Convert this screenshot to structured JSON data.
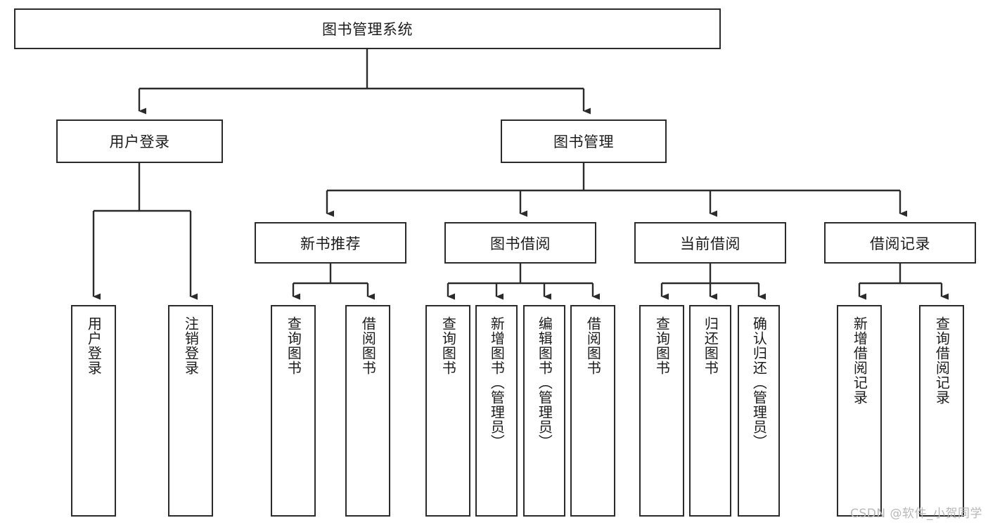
{
  "diagram": {
    "type": "tree-hierarchy",
    "root": {
      "id": "root",
      "label": "图书管理系统"
    },
    "level2": [
      {
        "id": "user-login",
        "label": "用户登录"
      },
      {
        "id": "book-management",
        "label": "图书管理"
      }
    ],
    "level3": [
      {
        "id": "new-book-recommend",
        "label": "新书推荐",
        "parent": "book-management"
      },
      {
        "id": "book-borrow",
        "label": "图书借阅",
        "parent": "book-management"
      },
      {
        "id": "current-borrow",
        "label": "当前借阅",
        "parent": "book-management"
      },
      {
        "id": "borrow-record",
        "label": "借阅记录",
        "parent": "book-management"
      }
    ],
    "leaves": [
      {
        "id": "leaf-user-login",
        "label": "用户登录",
        "parent": "user-login"
      },
      {
        "id": "leaf-logout",
        "label": "注销登录",
        "parent": "user-login"
      },
      {
        "id": "leaf-query-book-1",
        "label": "查询图书",
        "parent": "new-book-recommend"
      },
      {
        "id": "leaf-borrow-book-1",
        "label": "借阅图书",
        "parent": "new-book-recommend"
      },
      {
        "id": "leaf-query-book-2",
        "label": "查询图书",
        "parent": "book-borrow"
      },
      {
        "id": "leaf-add-book",
        "label": "新增图书（管理员）",
        "parent": "book-borrow"
      },
      {
        "id": "leaf-edit-book",
        "label": "编辑图书（管理员）",
        "parent": "book-borrow"
      },
      {
        "id": "leaf-borrow-book-2",
        "label": "借阅图书",
        "parent": "book-borrow"
      },
      {
        "id": "leaf-query-book-3",
        "label": "查询图书",
        "parent": "current-borrow"
      },
      {
        "id": "leaf-return-book",
        "label": "归还图书",
        "parent": "current-borrow"
      },
      {
        "id": "leaf-confirm-return",
        "label": "确认归还（管理员）",
        "parent": "current-borrow"
      },
      {
        "id": "leaf-add-record",
        "label": "新增借阅记录",
        "parent": "borrow-record"
      },
      {
        "id": "leaf-query-record",
        "label": "查询借阅记录",
        "parent": "borrow-record"
      }
    ]
  },
  "watermark": {
    "text": "CSDN @软件_小贺同学"
  },
  "colors": {
    "stroke": "#2b2b2b",
    "background": "#ffffff",
    "text": "#1c1c1c",
    "watermark": "#b8b8b8"
  }
}
